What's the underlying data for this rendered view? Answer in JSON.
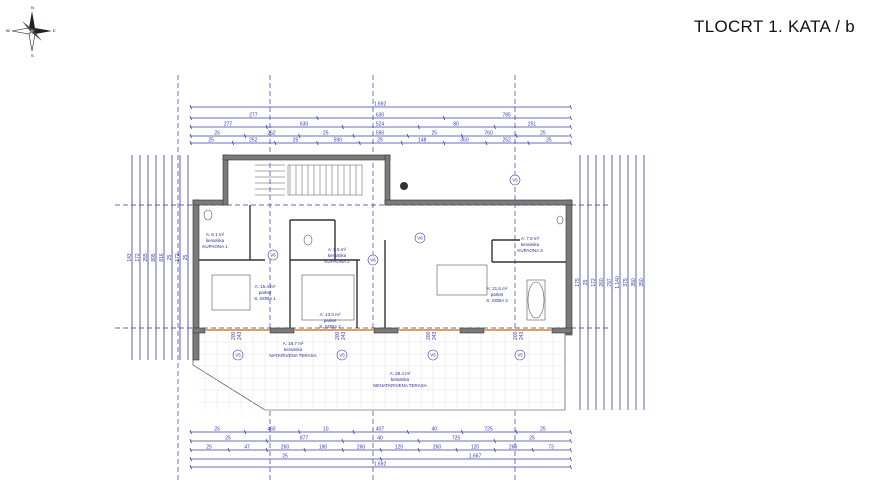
{
  "header": {
    "title": "TLOCRT 1. KATA / b"
  },
  "compass": {
    "labels": [
      "N",
      "E",
      "S",
      "W"
    ]
  },
  "rooms": [
    {
      "area": "A: 6.1 m²",
      "finish": "keramika",
      "name": "KUPAONA 1"
    },
    {
      "area": "A: 5.5 m²",
      "finish": "keramika",
      "name": "KUPAONA 2"
    },
    {
      "area": "A: 15.4 m²",
      "finish": "parket",
      "name": "S. SOBA 1"
    },
    {
      "area": "A: 13.0 m²",
      "finish": "parket",
      "name": "S. SOBA 2"
    },
    {
      "area": "A: 21.6 m²",
      "finish": "parket",
      "name": "S. SOBA 3"
    },
    {
      "area": "A: 7.9 m²",
      "finish": "keramika",
      "name": "KUPAONA 3"
    },
    {
      "area": "A: 16.7 m²",
      "finish": "keramika",
      "name": "NATKRIVENA TERASA"
    },
    {
      "area": "A: 28.4 m²",
      "finish": "keramika",
      "name": "NENATKRIVENA TERASA"
    }
  ],
  "dimensions": {
    "top": [
      [
        "1.692"
      ],
      [
        "277",
        "630",
        "785"
      ],
      [
        "277",
        "630",
        "524",
        "80",
        "251"
      ],
      [
        "25",
        "252",
        "25",
        "590",
        "25",
        "760",
        "25"
      ],
      [
        "25",
        "252",
        "25",
        "590",
        "25",
        "148",
        "360",
        "252",
        "25"
      ]
    ],
    "bottom": [
      [
        "25",
        "460",
        "10",
        "407",
        "40",
        "725",
        "25"
      ],
      [
        "25",
        "877",
        "40",
        "725",
        "25"
      ],
      [
        "25",
        "47",
        "260",
        "190",
        "260",
        "120",
        "260",
        "120",
        "260",
        "73"
      ],
      [
        "25",
        "1.667"
      ],
      [
        "1.692"
      ]
    ],
    "left": [
      "143",
      "172",
      "255",
      "895",
      "816",
      "25",
      "172",
      "25"
    ],
    "right": [
      "175",
      "25",
      "172",
      "260",
      "797",
      "1.140",
      "375",
      "350",
      "350"
    ]
  },
  "window_tags": [
    "V5",
    "V5",
    "V5",
    "V5",
    "V6",
    "V6",
    "V6",
    "V5"
  ],
  "window_dims": [
    [
      "200",
      "243"
    ],
    [
      "200",
      "243"
    ],
    [
      "200",
      "243"
    ],
    [
      "200",
      "243"
    ]
  ]
}
